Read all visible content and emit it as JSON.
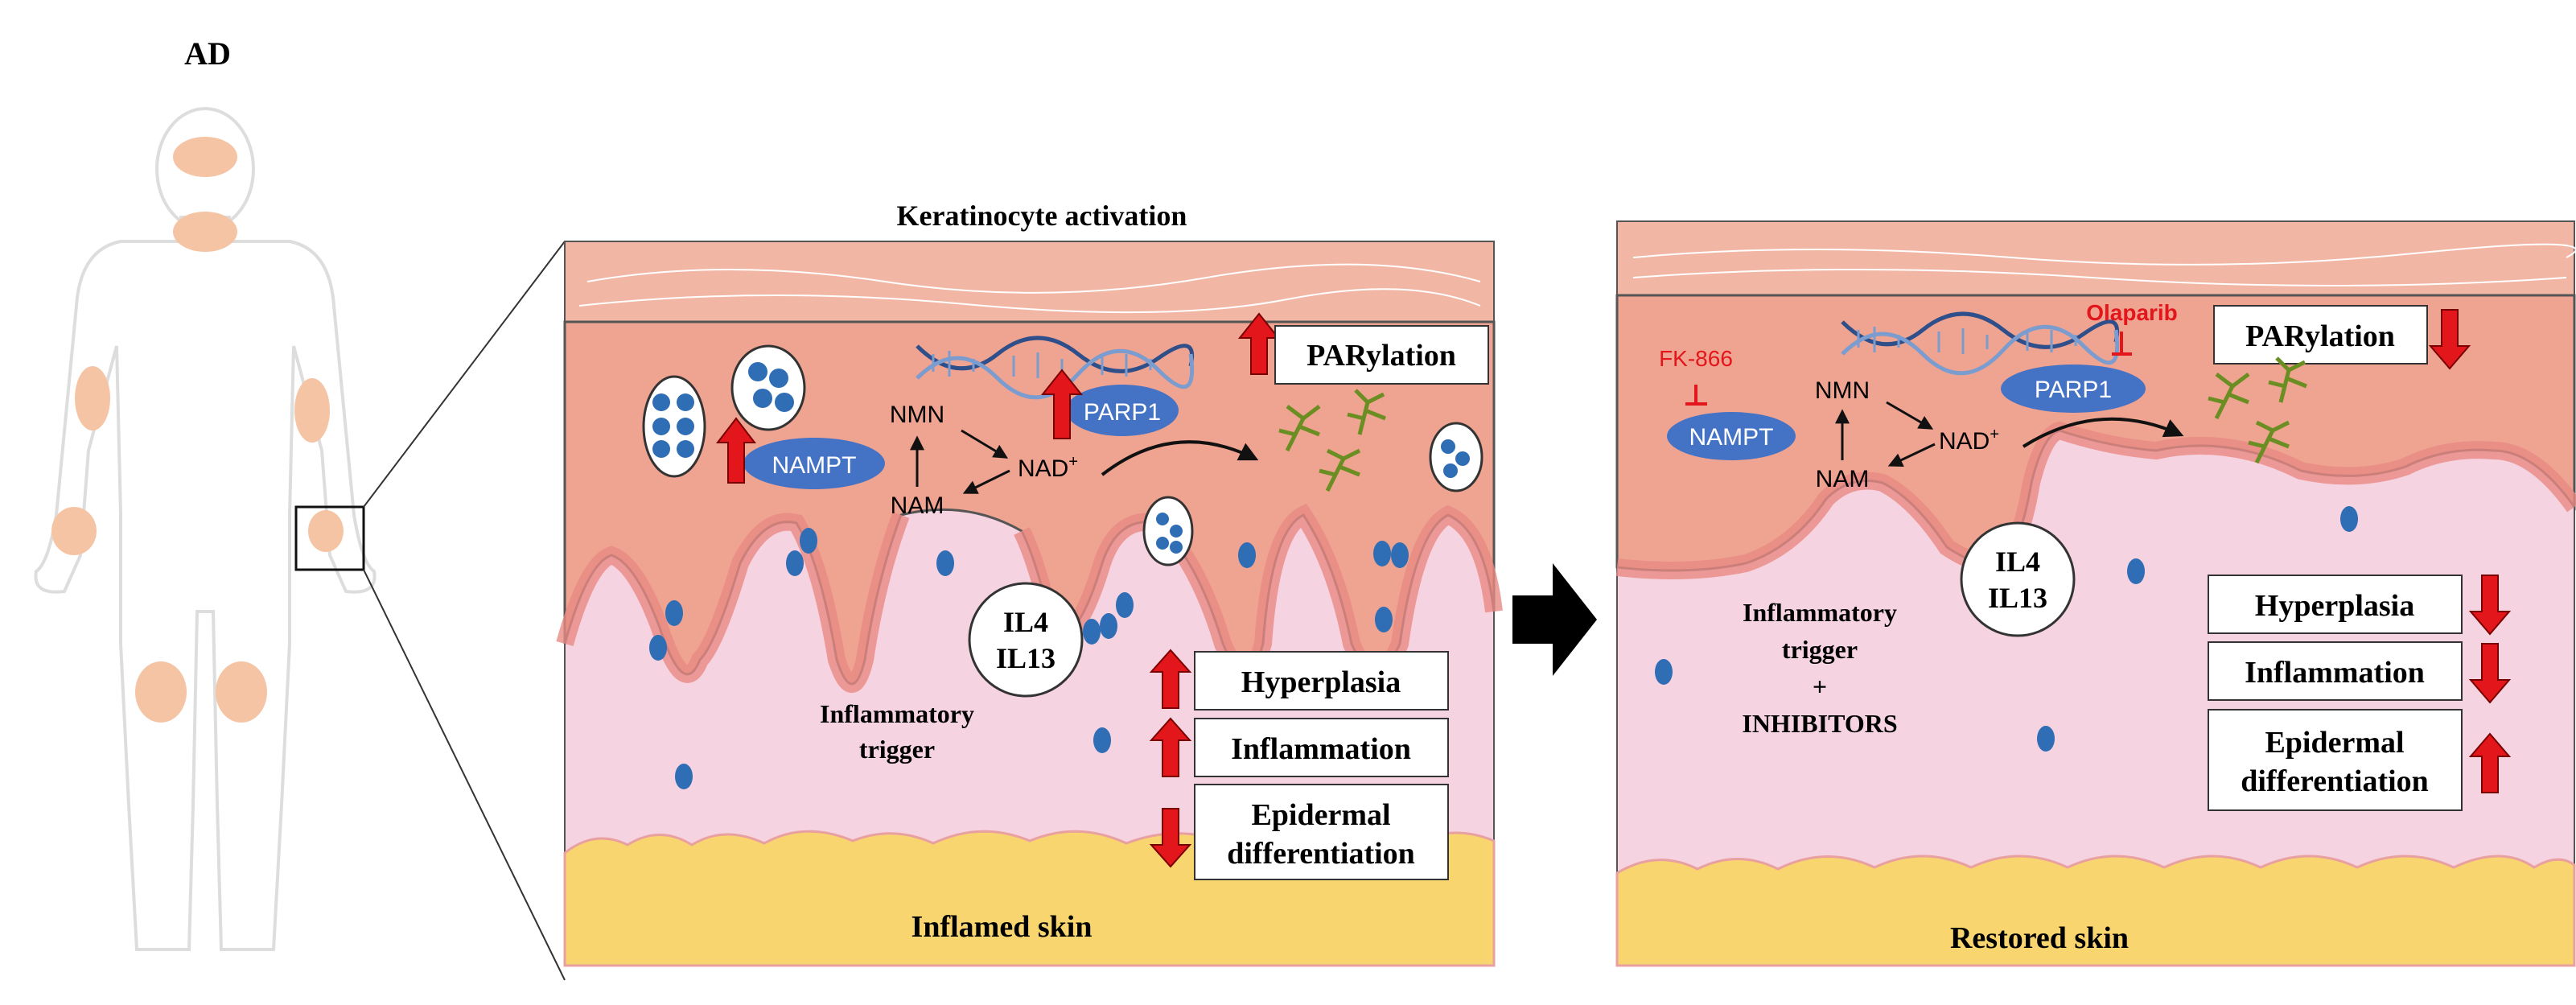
{
  "left_panel": {
    "label": "AD"
  },
  "inflamed_panel": {
    "title": "Keratinocyte activation",
    "bottom_label": "Inflamed skin",
    "parylation": "PARylation",
    "nampt": "NAMPT",
    "parp1": "PARP1",
    "nmn": "NMN",
    "nam": "NAM",
    "nad": "NAD",
    "nad_sup": "+",
    "cytokine_1": "IL4",
    "cytokine_2": "IL13",
    "trigger_line1": "Inflammatory",
    "trigger_line2": "trigger",
    "hyperplasia": "Hyperplasia",
    "inflammation": "Inflammation",
    "epidermal_line1": "Epidermal",
    "epidermal_line2": "differentiation"
  },
  "restored_panel": {
    "bottom_label": "Restored skin",
    "parylation": "PARylation",
    "nampt": "NAMPT",
    "parp1": "PARP1",
    "nmn": "NMN",
    "nam": "NAM",
    "nad": "NAD",
    "nad_sup": "+",
    "inhibitor_1": "FK-866",
    "inhibitor_2": "Olaparib",
    "cytokine_1": "IL4",
    "cytokine_2": "IL13",
    "trigger_line1": "Inflammatory",
    "trigger_line2": "trigger",
    "trigger_line3": "+",
    "trigger_line4": "INHIBITORS",
    "hyperplasia": "Hyperplasia",
    "inflammation": "Inflammation",
    "epidermal_line1": "Epidermal",
    "epidermal_line2": "differentiation"
  },
  "colors": {
    "stratum": "#f2b7a4",
    "stratum_line": "#ffffff",
    "epidermis": "#efa391",
    "basal": "#e88a83",
    "dermis": "#f6d3e0",
    "fat": "#f8d56e",
    "enzyme": "#4472c4",
    "cell_blue": "#2f6db5",
    "arrow_red": "#e3161b",
    "inhibitor_red": "#e3161b",
    "plant_green": "#6b8e23",
    "dna": "#7a9ccf",
    "body_skin": "#f5c4a4"
  }
}
